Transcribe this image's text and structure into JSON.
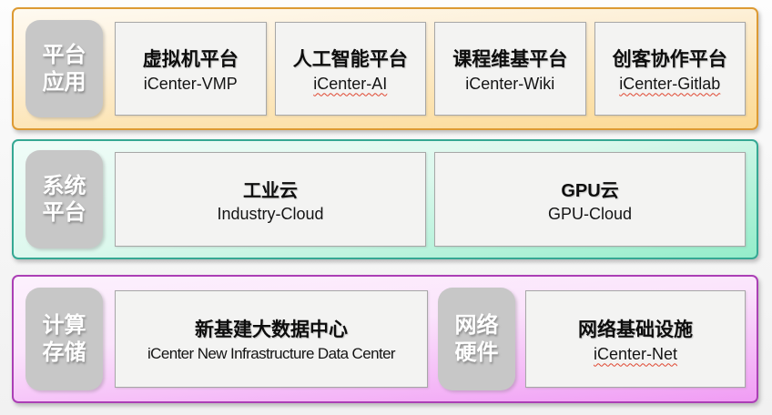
{
  "diagram": {
    "bands": [
      {
        "label": "平台应用",
        "cards": [
          {
            "title": "虚拟机平台",
            "subtitle": "iCenter-VMP"
          },
          {
            "title": "人工智能平台",
            "subtitle": "iCenter-AI"
          },
          {
            "title": "课程维基平台",
            "subtitle": "iCenter-Wiki"
          },
          {
            "title": "创客协作平台",
            "subtitle": "iCenter-Gitlab"
          }
        ]
      },
      {
        "label": "系统平台",
        "cards": [
          {
            "title": "工业云",
            "subtitle": "Industry-Cloud"
          },
          {
            "title": "GPU云",
            "subtitle": "GPU-Cloud"
          }
        ]
      },
      {
        "labels": [
          "计算存储",
          "网络硬件"
        ],
        "cards": [
          {
            "title": "新基建大数据中心",
            "subtitle": "iCenter New Infrastructure Data Center"
          },
          {
            "title": "网络基础设施",
            "subtitle": "iCenter-Net"
          }
        ]
      }
    ],
    "colors": {
      "platform_band_border": "#dd9a33",
      "platform_band_fill_bottom": "#fcd992",
      "system_band_border": "#35a893",
      "system_band_fill_bottom": "#94edca",
      "infra_band_border": "#ab3fb5",
      "infra_band_fill_bottom": "#f09cf4",
      "label_chip_bg": "#c7c7c7",
      "card_bg": "#f3f3f2",
      "card_border": "#a7a7a7",
      "spellcheck_underline": "#e0452f"
    }
  }
}
